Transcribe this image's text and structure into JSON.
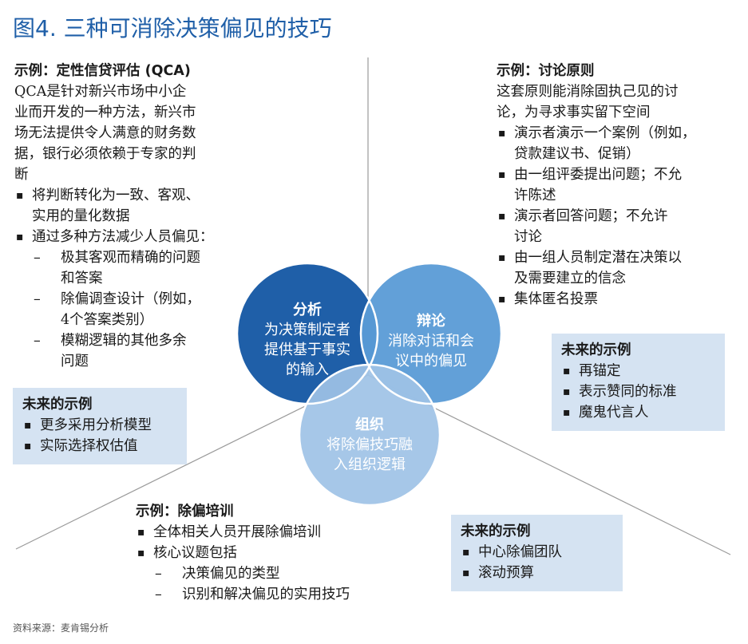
{
  "title": "图4. 三种可消除决策偏见的技巧",
  "qca": {
    "head": "示例：定性信贷评估 (QCA)",
    "para": [
      "QCA是针对新兴市场中小企",
      "业而开发的一种方法，新兴市",
      "场无法提供令人满意的财务数",
      "据，银行必须依赖于专家的判",
      "断"
    ],
    "b1": [
      "将判断转化为一致、客观、",
      "实用的量化数据"
    ],
    "b2": "通过多种方法减少人员偏见：",
    "s1": [
      "极其客观而精确的问题",
      "和答案"
    ],
    "s2": [
      "除偏调查设计（例如，",
      "4个答案类别）"
    ],
    "s3": [
      "模糊逻辑的其他多余",
      "问题"
    ]
  },
  "future_left": {
    "head": "未来的示例",
    "items": [
      "更多采用分析模型",
      "实际选择权估值"
    ]
  },
  "discussion": {
    "head": "示例：讨论原则",
    "para": [
      "这套原则能消除固执己见的讨",
      "论，为寻求事实留下空间"
    ],
    "b1": [
      "演示者演示一个案例（例如，",
      "贷款建议书、促销）"
    ],
    "b2": [
      "由一组评委提出问题；不允",
      "许陈述"
    ],
    "b3": [
      "演示者回答问题；不允许",
      "讨论"
    ],
    "b4": [
      "由一组人员制定潜在决策以",
      "及需要建立的信念"
    ],
    "b5": "集体匿名投票"
  },
  "future_right": {
    "head": "未来的示例",
    "items": [
      "再锚定",
      "表示赞同的标准",
      "魔鬼代言人"
    ]
  },
  "training": {
    "head": "示例：除偏培训",
    "b1": "全体相关人员开展除偏培训",
    "b2": "核心议题包括",
    "s1": "决策偏见的类型",
    "s2": "识别和解决偏见的实用技巧"
  },
  "future_bottom": {
    "head": "未来的示例",
    "items": [
      "中心除偏团队",
      "滚动预算"
    ]
  },
  "circles": {
    "analysis": {
      "head": "分析",
      "lines": [
        "为决策制定者",
        "提供基于事实",
        "的输入"
      ],
      "color": "#1f5fa8"
    },
    "debate": {
      "head": "辩论",
      "lines": [
        "消除对话和会",
        "议中的偏见"
      ],
      "color": "#5a9bd6"
    },
    "org": {
      "head": "组织",
      "lines": [
        "将除偏技巧融",
        "入组织逻辑"
      ],
      "color": "#9ec2e6"
    }
  },
  "source": "资料来源：麦肯锡分析"
}
